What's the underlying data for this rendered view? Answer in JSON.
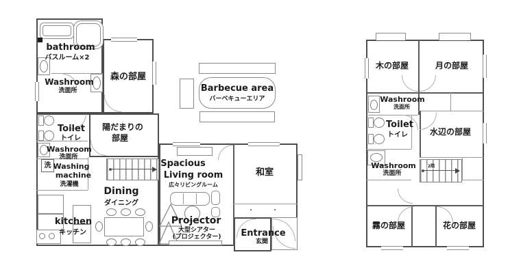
{
  "floor1": {
    "bathroom_en": "bathroom",
    "bathroom_jp": "バスルーム×2",
    "washroom1_en": "Washroom",
    "washroom1_jp": "洗面所",
    "forest_room_jp": "森の部屋",
    "toilet_en": "Toilet",
    "toilet_jp": "トイレ",
    "washroom2_en": "Washroom",
    "washroom2_jp": "洗面所",
    "laundry_kanji": "洗",
    "laundry_en1": "Washing",
    "laundry_en2": "machine",
    "laundry_jp": "洗濯機",
    "sunny_room_jp1": "陽だまりの",
    "sunny_room_jp2": "部屋",
    "dining_en": "Dining",
    "dining_jp": "ダイニング",
    "kitchen_en": "kitchen",
    "kitchen_jp": "キッチン",
    "living_en1": "Spacious",
    "living_en2": "Living room",
    "living_jp": "広々リビングルーム",
    "projector_en": "Projector",
    "projector_jp1": "大型シアター",
    "projector_jp2": "(プロジェクター)",
    "japanese_room_jp": "和室",
    "entrance_en": "Entrance",
    "entrance_jp": "玄関"
  },
  "barbecue": {
    "en": "Barbecue area",
    "jp": "バーベキューエリア"
  },
  "floor2": {
    "tree_room_jp": "木の部屋",
    "moon_room_jp": "月の部屋",
    "washroom1_en": "Washroom",
    "washroom1_jp": "洗面所",
    "toilet_en": "Toilet",
    "toilet_jp": "トイレ",
    "washroom2_en": "Washroom",
    "washroom2_jp": "洗面所",
    "waterside_room_jp": "水辺の部屋",
    "mist_room_jp": "霧の部屋",
    "flower_room_jp": "花の部屋",
    "stairs_label": "2階"
  },
  "icons": {
    "bathtub-icon": "rounded-rect outline",
    "sink-icon": "oval in rect",
    "toilet-icon": "tank rect + oval bowl",
    "washing-machine-icon": "square with kanji",
    "stove-icon": "rect with burner circles",
    "dining-table-icon": "rect with oval chairs",
    "sofa-icon": "segmented rounded rect",
    "stairs-icon": "striped rect with arrow",
    "door-arc-icon": "quarter circle",
    "projector-stand-icon": "triangle outlines",
    "projector-screen-icon": "long thin rect",
    "bench-icon": "plain rect"
  },
  "colors": {
    "wall": "#4d4d4d",
    "partition": "#8b8b8b",
    "text": "#1b1b1b",
    "background": "#ffffff"
  }
}
